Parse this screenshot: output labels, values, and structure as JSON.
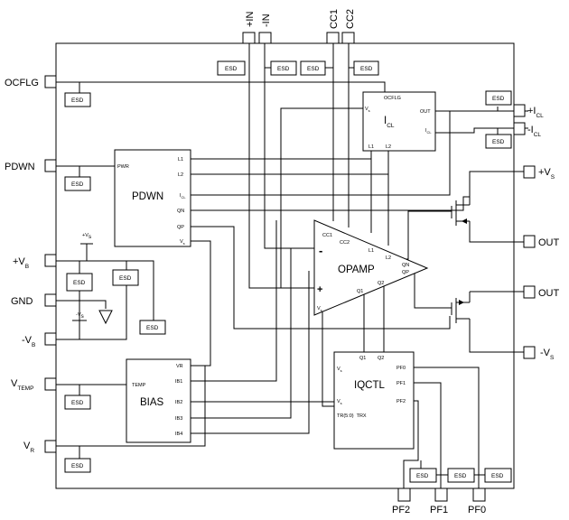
{
  "esd_label": "ESD",
  "external_pins": {
    "in_plus": "+IN",
    "in_minus": "-IN",
    "cc1": "CC1",
    "cc2": "CC2",
    "ocflg": "OCFLG",
    "pdwn": "PDWN",
    "vb_plus": {
      "sign": "+V",
      "sub": "B"
    },
    "gnd": "GND",
    "vb_minus": {
      "sign": "-V",
      "sub": "B"
    },
    "vtemp": {
      "main": "V",
      "sub": "TEMP"
    },
    "vr": {
      "main": "V",
      "sub": "R"
    },
    "icl_plus": {
      "sign": "+I",
      "sub": "CL"
    },
    "icl_minus": {
      "sign": "-I",
      "sub": "CL"
    },
    "vs_plus": {
      "sign": "+V",
      "sub": "S"
    },
    "out_top": "OUT",
    "out_bottom": "OUT",
    "vs_minus": {
      "sign": "-V",
      "sub": "S"
    },
    "pf2": "PF2",
    "pf1": "PF1",
    "pf0": "PF0"
  },
  "blocks": {
    "pdwn": {
      "name": "PDWN",
      "pins": {
        "pwr": "PWR",
        "l1": "L1",
        "l2": "L2",
        "icl": "I",
        "icl_sub": "CL",
        "qn": "QN",
        "qp": "QP",
        "vs": "V",
        "vs_sub": "s"
      }
    },
    "bias": {
      "name": "BIAS",
      "pins": {
        "temp": "TEMP",
        "vr": "VR",
        "ib1": "IB1",
        "ib2": "IB2",
        "ib3": "IB3",
        "ib4": "IB4"
      }
    },
    "opamp": {
      "name": "OPAMP",
      "minus": "-",
      "plus": "+",
      "pins": {
        "cc1": "CC1",
        "cc2": "CC2",
        "l1": "L1",
        "l2": "L2",
        "qn": "QN",
        "qp": "QP",
        "q1": "Q1",
        "q2": "Q2",
        "vs": "V",
        "vs_sub": "s"
      }
    },
    "iqctl": {
      "name": "IQCTL",
      "pins": {
        "q1": "Q1",
        "q2": "Q2",
        "vs1": "V",
        "vs1_sub": "s",
        "vs2": "V",
        "vs2_sub": "s",
        "pf0": "PF0",
        "pf1": "PF1",
        "pf2": "PF2",
        "trx": "TR(5:0)  TRX"
      }
    },
    "icl": {
      "name": "I",
      "name_sub": "CL",
      "pins": {
        "ocflg": "OCFLG",
        "vs": "V",
        "vs_sub": "s",
        "out": "OUT",
        "icl": "I",
        "icl_sub": "CL",
        "l1": "L1",
        "l2": "L2"
      }
    }
  },
  "supply_labels": {
    "vs_plus": {
      "sign": "+V",
      "sub": "s"
    },
    "vs_minus": {
      "sign": "-V",
      "sub": "s"
    }
  }
}
